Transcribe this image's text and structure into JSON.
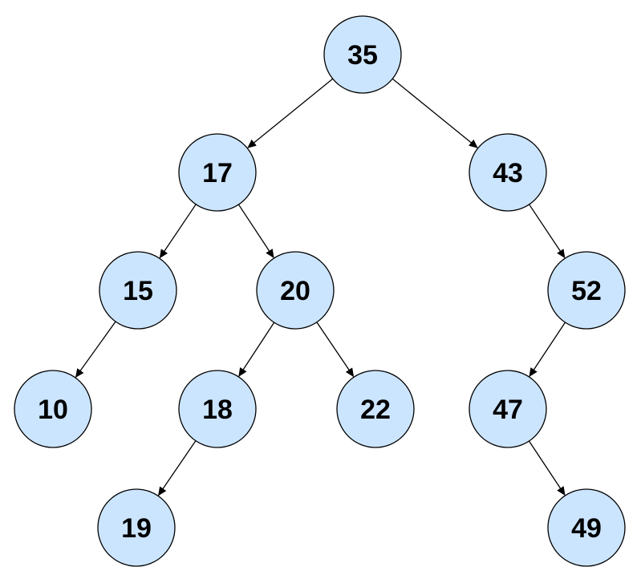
{
  "tree": {
    "node_fill": "#cce5ff",
    "node_stroke": "#000000",
    "edge_color": "#000000",
    "nodes": [
      {
        "id": "n35",
        "label": "35"
      },
      {
        "id": "n17",
        "label": "17"
      },
      {
        "id": "n43",
        "label": "43"
      },
      {
        "id": "n15",
        "label": "15"
      },
      {
        "id": "n20",
        "label": "20"
      },
      {
        "id": "n52",
        "label": "52"
      },
      {
        "id": "n10",
        "label": "10"
      },
      {
        "id": "n18",
        "label": "18"
      },
      {
        "id": "n22",
        "label": "22"
      },
      {
        "id": "n47",
        "label": "47"
      },
      {
        "id": "n19",
        "label": "19"
      },
      {
        "id": "n49",
        "label": "49"
      }
    ],
    "edges": [
      {
        "from": "n35",
        "to": "n17"
      },
      {
        "from": "n35",
        "to": "n43"
      },
      {
        "from": "n17",
        "to": "n15"
      },
      {
        "from": "n17",
        "to": "n20"
      },
      {
        "from": "n43",
        "to": "n52"
      },
      {
        "from": "n15",
        "to": "n10"
      },
      {
        "from": "n20",
        "to": "n18"
      },
      {
        "from": "n20",
        "to": "n22"
      },
      {
        "from": "n52",
        "to": "n47"
      },
      {
        "from": "n18",
        "to": "n19"
      },
      {
        "from": "n47",
        "to": "n49"
      }
    ]
  }
}
